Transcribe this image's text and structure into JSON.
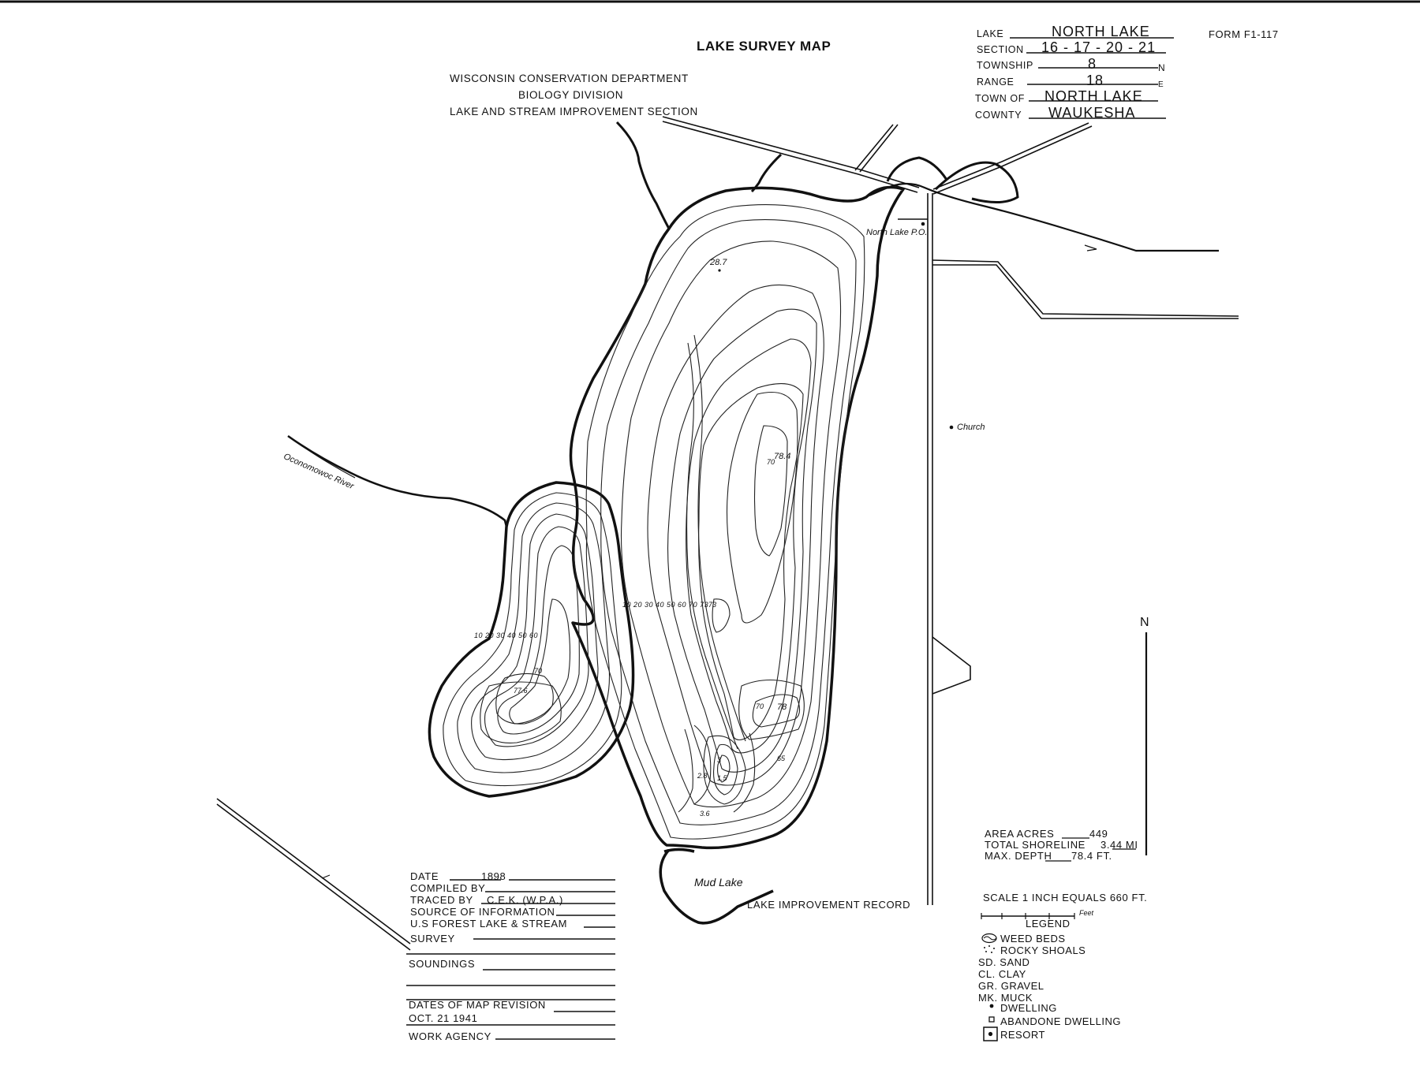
{
  "header": {
    "title": "LAKE SURVEY MAP",
    "agency_lines": [
      "WISCONSIN CONSERVATION DEPARTMENT",
      "BIOLOGY DIVISION",
      "LAKE AND STREAM IMPROVEMENT SECTION"
    ],
    "form_number": "FORM F1-117"
  },
  "lake_info": {
    "lake_label": "LAKE",
    "lake_value": "NORTH LAKE",
    "section_label": "SECTION",
    "section_value": "16 - 17 - 20 - 21",
    "township_label": "TOWNSHIP",
    "township_value": "8",
    "township_dir": "N",
    "range_label": "RANGE",
    "range_value": "18",
    "range_dir": "E",
    "town_label": "TOWN OF",
    "town_value": "NORTH LAKE",
    "county_label": "COWNTY",
    "county_value": "WAUKESHA"
  },
  "map_labels": {
    "post_office": "North Lake P.O.",
    "church": "Church",
    "river": "Oconomowoc River",
    "mud_lake": "Mud Lake",
    "lake_improvement_record": "LAKE IMPROVEMENT RECORD",
    "north_arrow": "N"
  },
  "depth_labels": {
    "north_basin": [
      "28.7",
      "78.4",
      "70",
      "78",
      "70",
      "65",
      "73",
      "3",
      "1.5",
      "2.8",
      "3.6"
    ],
    "contour_row_east": "10 20 30 40 50 60 70 73",
    "contour_row_west": "10 20 30 40 50 60",
    "west_basin": [
      "70",
      "77.6"
    ]
  },
  "stats": {
    "area_label": "AREA ACRES",
    "area_value": "449",
    "shoreline_label": "TOTAL SHORELINE",
    "shoreline_value": "3.44 MI",
    "depth_label": "MAX. DEPTH",
    "depth_value": "78.4 FT."
  },
  "scale": {
    "text": "SCALE 1 INCH EQUALS 660 FT.",
    "feet_label": "Feet"
  },
  "legend": {
    "title": "LEGEND",
    "items": [
      "WEED BEDS",
      "ROCKY SHOALS",
      "SD. SAND",
      "CL. CLAY",
      "GR. GRAVEL",
      "MK. MUCK",
      "DWELLING",
      "ABANDONE DWELLING",
      "RESORT"
    ]
  },
  "record": {
    "date_label": "DATE",
    "date_value": "1898",
    "compiled_label": "COMPILED BY",
    "traced_label": "TRACED BY",
    "traced_value": "C.E.K. (W.P.A.)",
    "source_label": "SOURCE OF INFORMATION",
    "source_value_1": "U.S FOREST LAKE & STREAM",
    "source_value_2": "SURVEY",
    "soundings_label": "SOUNDINGS",
    "revision_label": "DATES OF MAP REVISION",
    "revision_value": "OCT. 21 1941",
    "work_agency_label": "WORK AGENCY"
  }
}
